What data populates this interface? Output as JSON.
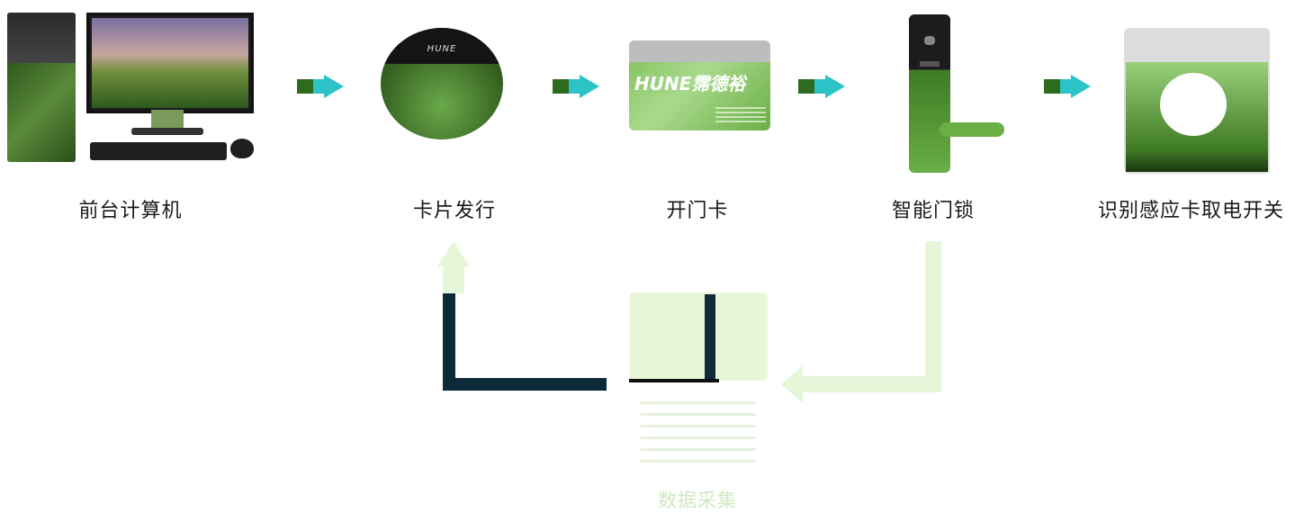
{
  "nodes": {
    "front_desk_computer": {
      "label": "前台计算机",
      "icon": "desktop-computer-icon"
    },
    "card_issuing": {
      "label": "卡片发行",
      "icon": "card-reader-icon",
      "device_brand": "HUNE"
    },
    "door_card": {
      "label": "开门卡",
      "icon": "key-card-icon",
      "card_logo": "HUNE霈德裕"
    },
    "smart_lock": {
      "label": "智能门锁",
      "icon": "door-lock-icon"
    },
    "energy_switch": {
      "label": "识别感应卡取电开关",
      "icon": "energy-saving-switch-icon"
    },
    "data_collection": {
      "label": "数据采集",
      "icon": "data-collector-icon"
    }
  },
  "colors": {
    "arrow_accent": "#2bc3c8",
    "arrow_shaft": "#2f6b1e",
    "flow_faint": "#e6f7d9",
    "label": "#1a1a1a"
  }
}
